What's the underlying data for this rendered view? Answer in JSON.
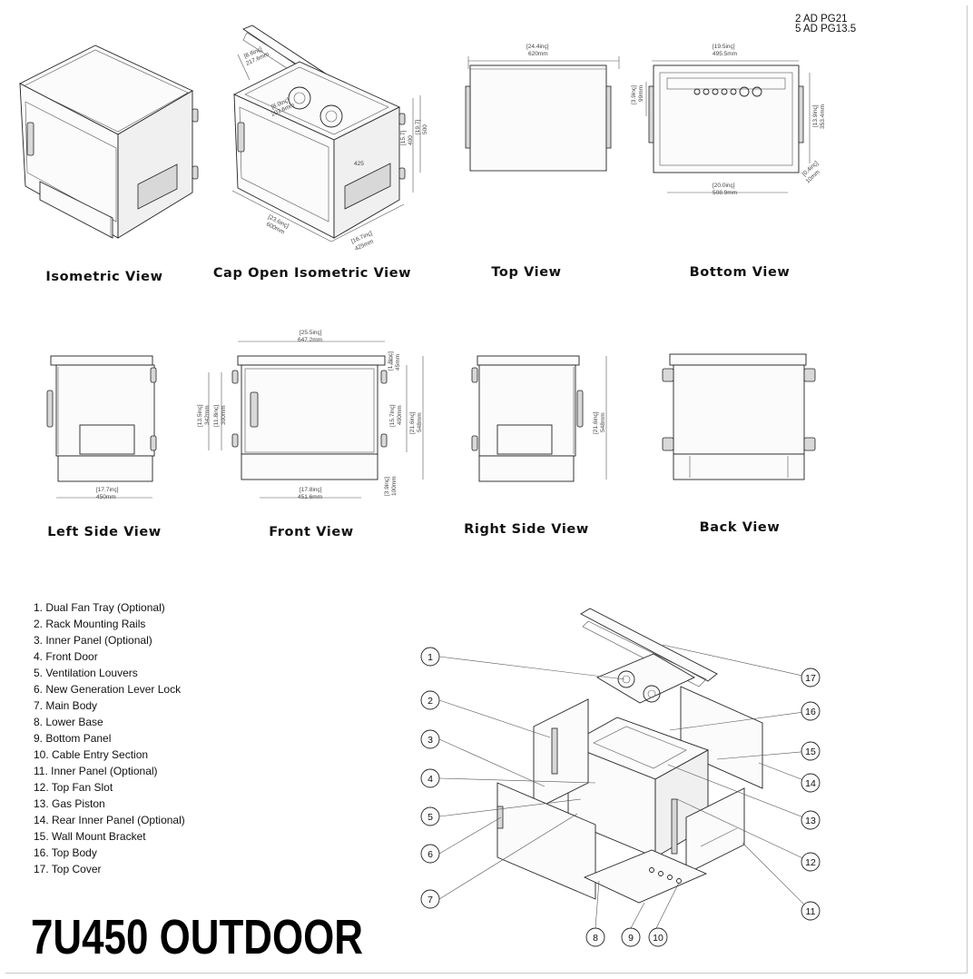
{
  "model_title": "7U450 OUTDOOR",
  "notes": [
    "2 AD PG21",
    "5 AD PG13.5"
  ],
  "views": {
    "isometric": "Isometric View",
    "cap_open_isometric": "Cap Open Isometric View",
    "top": "Top View",
    "bottom": "Bottom View",
    "left_side": "Left Side View",
    "front": "Front View",
    "right_side": "Right Side View",
    "back": "Back View"
  },
  "dimensions": {
    "cap_depth": [
      "[8.6inç]",
      "217.6mm"
    ],
    "cap_inner": [
      "[8.0inç]",
      "203.6mm"
    ],
    "iso_height_a": [
      "[15.7]",
      "400"
    ],
    "iso_height_b": [
      "[19.7]",
      "500"
    ],
    "iso_inner_width": "425",
    "iso_width": [
      "[23.6inç]",
      "600mm"
    ],
    "iso_depth": [
      "[16.7inç]",
      "425mm"
    ],
    "top_width": [
      "[24.4inç]",
      "620mm"
    ],
    "bottom_width_top": [
      "[19.5inç]",
      "495.5mm"
    ],
    "bottom_width_bottom": [
      "[20.0inç]",
      "508.9mm"
    ],
    "bottom_left_height": [
      "[3.9inç]",
      "99mm"
    ],
    "bottom_right_height": [
      "[13.9inç]",
      "353.4mm"
    ],
    "bottom_corner": [
      "[0.4inç]",
      "10mm"
    ],
    "left_width": [
      "[17.7inç]",
      "450mm"
    ],
    "front_top_width": [
      "[25.5inç]",
      "647.2mm"
    ],
    "front_bottom_width": [
      "[17.8inç]",
      "451.6mm"
    ],
    "front_left_outer": [
      "[13.5inç]",
      "342mm"
    ],
    "front_left_inner": [
      "[11.8inç]",
      "300mm"
    ],
    "front_cap": [
      "[1.8inç]",
      "45mm"
    ],
    "front_body": [
      "[15.7inç]",
      "400mm"
    ],
    "front_total": [
      "[21.6inç]",
      "548mm"
    ],
    "front_base": [
      "[3.9inç]",
      "100mm"
    ],
    "right_height": [
      "[21.6inç]",
      "548mm"
    ]
  },
  "parts": [
    "1. Dual Fan Tray (Optional)",
    "2. Rack Mounting Rails",
    "3. Inner Panel (Optional)",
    "4. Front Door",
    "5. Ventilation Louvers",
    "6. New Generation Lever Lock",
    "7. Main Body",
    "8. Lower Base",
    "9. Bottom Panel",
    "10. Cable Entry Section",
    "11. Inner Panel (Optional)",
    "12. Top Fan Slot",
    "13. Gas Piston",
    "14. Rear Inner Panel (Optional)",
    "15. Wall Mount Bracket",
    "16. Top Body",
    "17. Top Cover"
  ],
  "callouts": [
    "1",
    "2",
    "3",
    "4",
    "5",
    "6",
    "7",
    "8",
    "9",
    "10",
    "11",
    "12",
    "13",
    "14",
    "15",
    "16",
    "17"
  ]
}
